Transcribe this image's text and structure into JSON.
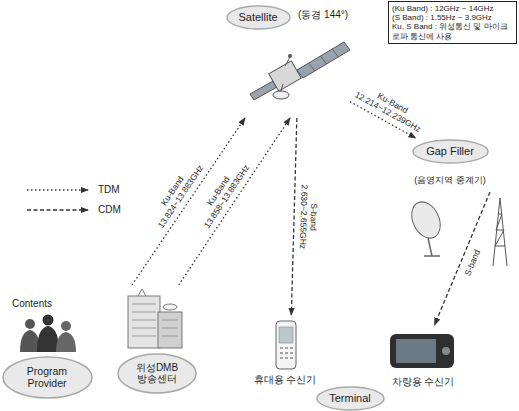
{
  "diagram": {
    "nodes": [
      {
        "text": [
          "(Ku Band) : 12GHz ~ 14GHz",
          "(S Band) : 1.55Hz ~ 3.9GHz",
          "Ku, S Band : 위성통신 및 마이크로파 통신에 사용"
        ]
      },
      {
        "text": [
          "Satellite"
        ]
      },
      {
        "text": [
          "Gap Filler",
          "(음영지역 중계기)"
        ]
      },
      {
        "text": [
          "Program Provider"
        ]
      },
      {
        "text": [
          "위성DMB 방송센터"
        ]
      },
      {
        "text": [
          "휴대용 수신기"
        ]
      },
      {
        "text": [
          "차량용 수신기"
        ]
      },
      {
        "text": [
          "Terminal"
        ]
      }
    ],
    "edges": [
      {
        "from": 4,
        "to": 1,
        "arrow": "to",
        "label": "Ku-Band 13.824~13.883GHz"
      },
      {
        "from": 4,
        "to": 1,
        "arrow": "to",
        "label": "Ku-Band 13.858~13.883GHz"
      },
      {
        "from": 1,
        "to": 2,
        "arrow": "to",
        "label": "Ku-Band 12.214~12.239GHz"
      },
      {
        "from": 1,
        "to": 5,
        "arrow": "to",
        "label": "S-band 2.630~2.655GHz"
      },
      {
        "from": 2,
        "to": 6,
        "arrow": "to",
        "label": "S-band"
      }
    ],
    "labels": [
      "(동경 144°)",
      "Contents"
    ],
    "legend": [
      {
        "text": "TDM"
      },
      {
        "text": "CDM"
      }
    ]
  }
}
